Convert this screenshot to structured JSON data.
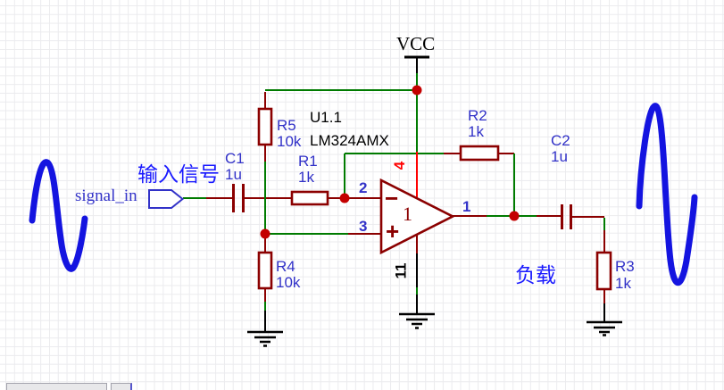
{
  "colors": {
    "grid-line": "#ebebee",
    "wire-green": "#007b00",
    "part-dark-red": "#8b0000",
    "power-pin-red": "#ff0000",
    "junction-red": "#c40000",
    "designator-blue": "#3232c8",
    "annotation-blue": "#1a1aff",
    "sine-blue": "#1414e0",
    "text-black": "#000000"
  },
  "power": {
    "vcc": "VCC"
  },
  "opamp": {
    "designator": "U1.1",
    "part_number": "LM324AMX",
    "gate_label": "1",
    "minus_sign": "−",
    "plus_sign": "+",
    "pins": {
      "inverting": "2",
      "noninverting": "3",
      "output": "1",
      "v_plus": "4",
      "v_minus": "11"
    }
  },
  "components": {
    "R1": {
      "ref": "R1",
      "value": "1k"
    },
    "R2": {
      "ref": "R2",
      "value": "1k"
    },
    "R3": {
      "ref": "R3",
      "value": "1k"
    },
    "R4": {
      "ref": "R4",
      "value": "10k"
    },
    "R5": {
      "ref": "R5",
      "value": "10k"
    },
    "C1": {
      "ref": "C1",
      "value": "1u"
    },
    "C2": {
      "ref": "C2",
      "value": "1u"
    }
  },
  "port": {
    "name": "signal_in"
  },
  "annotations": {
    "input_signal": "输入信号",
    "load": "负载"
  }
}
